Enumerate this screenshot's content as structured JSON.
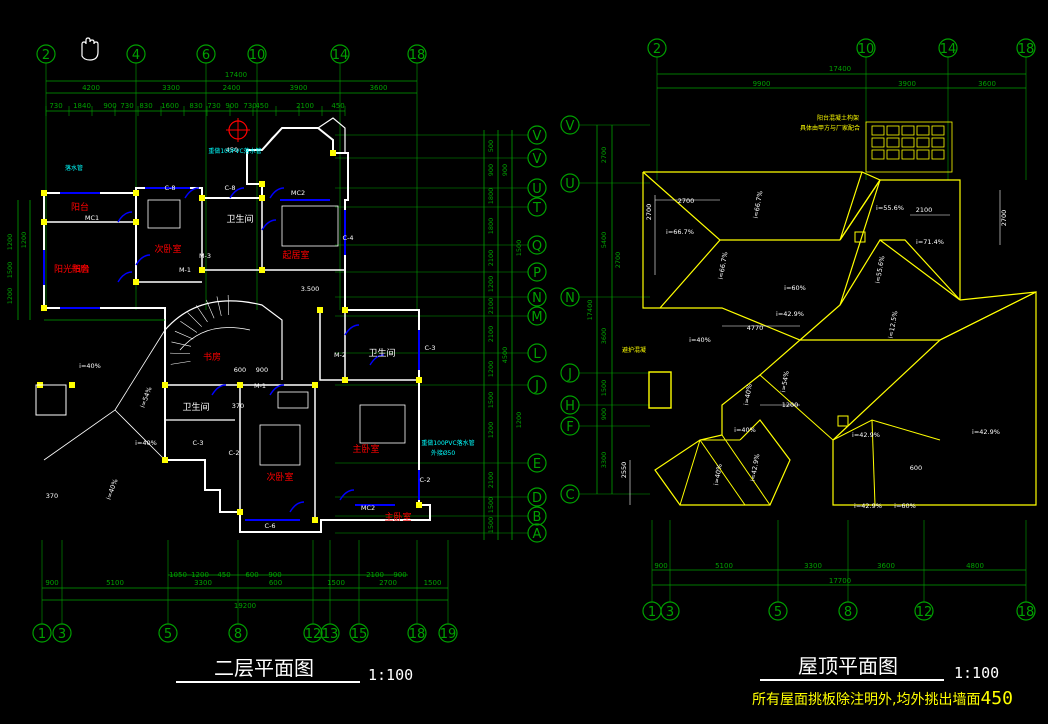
{
  "left_plan": {
    "title": "二层平面图",
    "scale": "1:100",
    "axes_top": [
      "2",
      "4",
      "6",
      "10",
      "14",
      "18"
    ],
    "axes_bottom": [
      "1",
      "3",
      "5",
      "8",
      "12",
      "13",
      "15",
      "18",
      "19"
    ],
    "dims_top_1": [
      "4200",
      "3300",
      "2400",
      "3900",
      "3600"
    ],
    "dims_top_total": "17400",
    "dims_top_2": [
      "730",
      "1840",
      "900",
      "730",
      "830",
      "1600",
      "830",
      "730",
      "900",
      "730",
      "450",
      "2100",
      "450"
    ],
    "dims_bottom_1": [
      "1050",
      "1200",
      "450",
      "600",
      "900",
      "2100",
      "900"
    ],
    "dims_bottom_2": [
      "900",
      "5100",
      "3300",
      "600",
      "1500",
      "2700",
      "1500"
    ],
    "dims_bottom_total": "19200",
    "rooms": [
      "阳台",
      "次卧室",
      "卫生间",
      "起居室",
      "主卧室",
      "卫生间",
      "次卧室",
      "卫生间",
      "主卧室",
      "阳光阳台",
      "书房",
      "门厅上空"
    ],
    "labels": [
      "MC1",
      "C-8",
      "C-8",
      "MC2",
      "M-1",
      "M-1",
      "M-2",
      "C-2",
      "C-3",
      "C-6",
      "MC2",
      "C-4",
      "M-3",
      "C-3",
      "C-2",
      "3.500",
      "370",
      "600",
      "900",
      "370",
      "450"
    ],
    "slopes": [
      "i=40%",
      "i=54%",
      "i=40%",
      "i=40%"
    ],
    "notes_cyan": [
      "落水管",
      "重做100PVC落水管",
      "重做100PVC落水管",
      "外接Ø50"
    ]
  },
  "right_plan": {
    "title": "屋顶平面图",
    "scale": "1:100",
    "axes_top": [
      "2",
      "10",
      "14",
      "18"
    ],
    "axes_bottom": [
      "1",
      "3",
      "5",
      "8",
      "12",
      "18"
    ],
    "dims_top_1": [
      "9900",
      "3900",
      "3600"
    ],
    "dims_top_total": "17400",
    "dims_bottom_1": [
      "900",
      "5100",
      "3300",
      "3600",
      "4800"
    ],
    "dims_bottom_total": "17700",
    "slopes": [
      "i=66.7%",
      "i=66.7%",
      "i=55.6%",
      "i=71.4%",
      "i=66.7%",
      "i=55.6%",
      "i=60%",
      "i=42.9%",
      "i=40%",
      "i=12.5%",
      "i=54%",
      "i=40%",
      "i=40%",
      "i=40%",
      "i=42.9%",
      "i=42.9%",
      "i=42.9%",
      "i=42.9%",
      "i=60%"
    ],
    "dims_inner": [
      "2700",
      "2700",
      "2100",
      "4770",
      "1200",
      "2550",
      "600",
      "2700"
    ],
    "notes": [
      "阳台混凝土构架",
      "具体由甲方与厂家配合",
      "避护混凝"
    ],
    "footnote": "所有屋面挑板除注明外,均外挑出墙面",
    "footnote_value": "450"
  },
  "grid_rows_left": [
    "V",
    "V",
    "U",
    "T",
    "Q",
    "P",
    "N",
    "M",
    "L",
    "J",
    "E",
    "D",
    "B",
    "A"
  ],
  "grid_rows_right": [
    "V",
    "U",
    "N",
    "J",
    "H",
    "F",
    "C"
  ],
  "dims_vertical_left": [
    "500",
    "900",
    "1800",
    "1800",
    "2100",
    "1200",
    "2100",
    "2100",
    "1200",
    "1500",
    "1200",
    "2100",
    "1500",
    "1500",
    "4500",
    "900",
    "1500",
    "1200"
  ],
  "dims_vertical_right": [
    "2700",
    "5400",
    "3600",
    "1500",
    "900",
    "3300",
    "2700",
    "17400"
  ],
  "colors": {
    "background": "#000000",
    "grid": "#00a000",
    "wall": "#ffffff",
    "roof": "#ffff00",
    "column": "#ffff00",
    "room_label": "#ff0000",
    "door": "#0000ff",
    "annotation": "#00ffff"
  },
  "cursor_icon": "hand-cursor-icon"
}
